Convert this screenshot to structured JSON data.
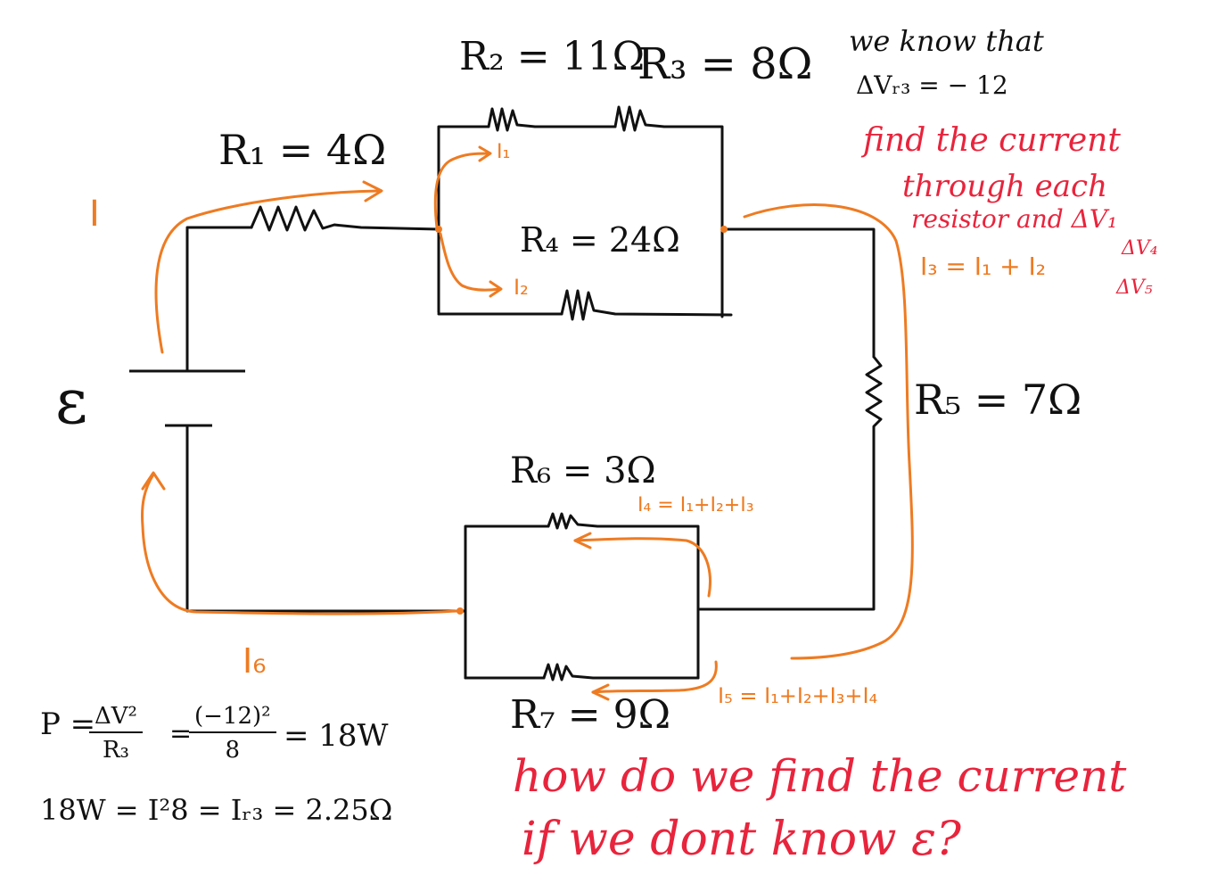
{
  "colors": {
    "wire": "#111111",
    "current": "#ee7b22",
    "note": "#e8243c"
  },
  "resistors": {
    "r1": "R₁ = 4Ω",
    "r2": "R₂ = 11Ω",
    "r3": "R₃ = 8Ω",
    "r4": "R₄ = 24Ω",
    "r5": "R₅ = 7Ω",
    "r6": "R₆ = 3Ω",
    "r7": "R₇ = 9Ω"
  },
  "source": {
    "emf": "ε"
  },
  "currents": {
    "I": "I",
    "I1": "I₁",
    "I2": "I₂",
    "I3": "I₃ = I₁ + I₂",
    "I4": "I₄ = I₁+I₂+I₃",
    "I5": "I₅ = I₁+I₂+I₃+I₄",
    "I6": "I₆"
  },
  "notes": {
    "known_line1": "we know that",
    "known_line2": "ΔVᵣ₃ = − 12",
    "task_line1": "find the current",
    "task_line2": "through each",
    "task_line3": "resistor and ΔV₁",
    "task_dv4": "ΔV₄",
    "task_dv5": "ΔV₅",
    "question_line1": "how do we find the current",
    "question_line2": "if we dont know ε?"
  },
  "work": {
    "p_label": "P =",
    "frac1_num": "ΔV²",
    "frac1_den": "R₃",
    "eq1": "=",
    "frac2_num": "(−12)²",
    "frac2_den": "8",
    "result": "= 18W",
    "line2": "18W = I²8 = Iᵣ₃ = 2.25Ω"
  }
}
